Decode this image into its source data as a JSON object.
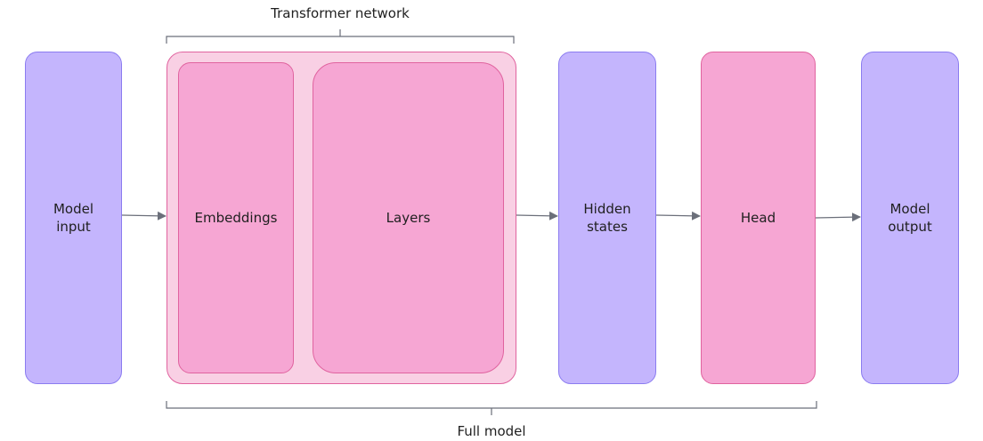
{
  "labels": {
    "top_bracket": "Transformer network",
    "bottom_bracket": "Full model"
  },
  "nodes": {
    "model_input": "Model\ninput",
    "embeddings": "Embeddings",
    "layers": "Layers",
    "hidden_states": "Hidden\nstates",
    "head": "Head",
    "model_output": "Model\noutput"
  },
  "colors": {
    "purple_fill": "#c4b5fd",
    "purple_border": "#8b7cf0",
    "pink_fill": "#f6a6d3",
    "pink_border": "#e0639f",
    "container_fill": "#f9d0e4",
    "line": "#6b6f7a"
  }
}
